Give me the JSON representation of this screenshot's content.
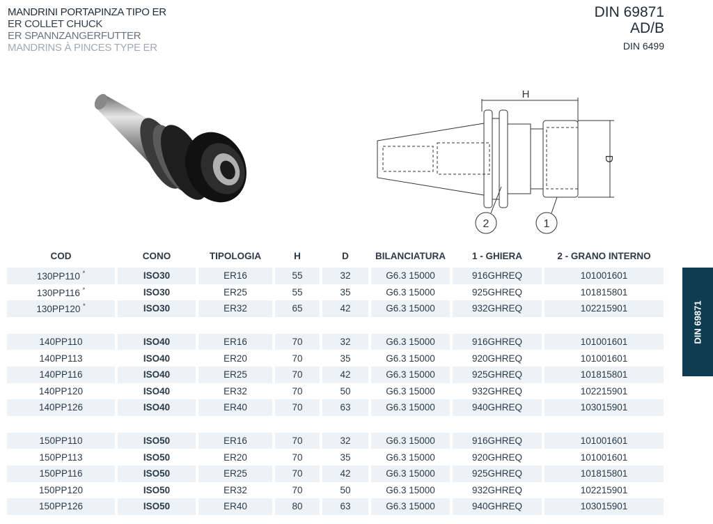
{
  "header": {
    "titles": [
      "MANDRINI PORTAPINZA TIPO ER",
      "ER COLLET CHUCK",
      "ER SPANNZANGERFUTTER",
      "MANDRINS À PINCES TYPE ER"
    ],
    "standard_line1": "DIN 69871",
    "standard_line2": "AD/B",
    "standard_sub": "DIN 6499"
  },
  "drawing": {
    "label_h": "H",
    "label_d": "D",
    "callout_1": "1",
    "callout_2": "2"
  },
  "side_tab": "DIN 69871",
  "table": {
    "columns": [
      "COD",
      "CONO",
      "TIPOLOGIA",
      "H",
      "D",
      "BILANCIATURA",
      "1 - GHIERA",
      "2 - GRANO INTERNO"
    ],
    "groups": [
      [
        [
          "130PP110",
          "ISO30",
          "ER16",
          "55",
          "32",
          "G6.3 15000",
          "916GHREQ",
          "101001601",
          "*"
        ],
        [
          "130PP116",
          "ISO30",
          "ER25",
          "55",
          "35",
          "G6.3 15000",
          "925GHREQ",
          "101815801",
          "*"
        ],
        [
          "130PP120",
          "ISO30",
          "ER32",
          "65",
          "42",
          "G6.3 15000",
          "932GHREQ",
          "102215901",
          "*"
        ]
      ],
      [
        [
          "140PP110",
          "ISO40",
          "ER16",
          "70",
          "32",
          "G6.3 15000",
          "916GHREQ",
          "101001601",
          ""
        ],
        [
          "140PP113",
          "ISO40",
          "ER20",
          "70",
          "35",
          "G6.3 15000",
          "920GHREQ",
          "101001601",
          ""
        ],
        [
          "140PP116",
          "ISO40",
          "ER25",
          "70",
          "42",
          "G6.3 15000",
          "925GHREQ",
          "101815801",
          ""
        ],
        [
          "140PP120",
          "ISO40",
          "ER32",
          "70",
          "50",
          "G6.3 15000",
          "932GHREQ",
          "102215901",
          ""
        ],
        [
          "140PP126",
          "ISO40",
          "ER40",
          "70",
          "63",
          "G6.3 15000",
          "940GHREQ",
          "103015901",
          ""
        ]
      ],
      [
        [
          "150PP110",
          "ISO50",
          "ER16",
          "70",
          "32",
          "G6.3 15000",
          "916GHREQ",
          "101001601",
          ""
        ],
        [
          "150PP113",
          "ISO50",
          "ER20",
          "70",
          "35",
          "G6.3 15000",
          "920GHREQ",
          "101001601",
          ""
        ],
        [
          "150PP116",
          "ISO50",
          "ER25",
          "70",
          "42",
          "G6.3 15000",
          "925GHREQ",
          "101815801",
          ""
        ],
        [
          "150PP120",
          "ISO50",
          "ER32",
          "70",
          "50",
          "G6.3 15000",
          "932GHREQ",
          "102215901",
          ""
        ],
        [
          "150PP126",
          "ISO50",
          "ER40",
          "80",
          "63",
          "G6.3 15000",
          "940GHREQ",
          "103015901",
          ""
        ]
      ]
    ]
  },
  "colors": {
    "accent": "#0e3d52",
    "row_shade": "#edf2f6",
    "text": "#2b3a48"
  }
}
